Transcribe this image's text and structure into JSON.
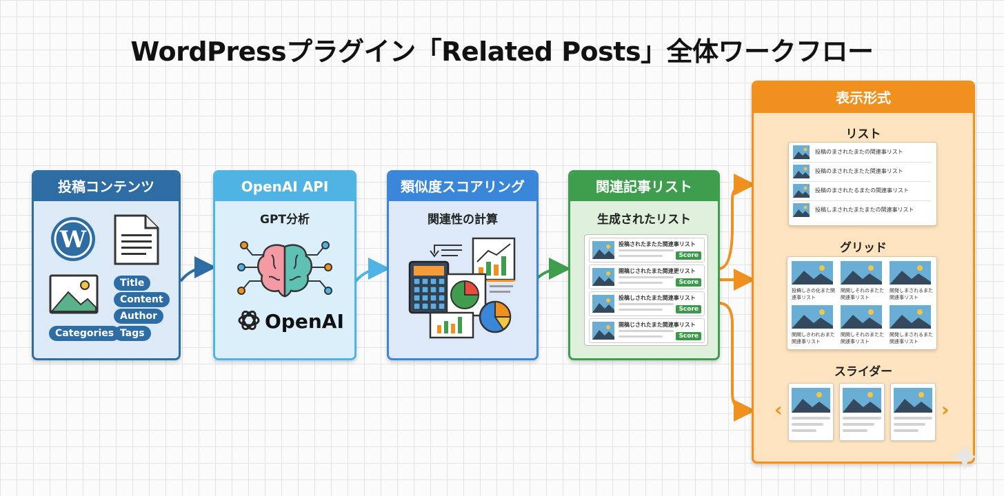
{
  "title": "WordPressプラグイン「Related Posts」全体ワークフロー",
  "colors": {
    "content": "#2e6da4",
    "openai": "#4fb3e3",
    "scoring": "#3a86d8",
    "related": "#3e9e4e",
    "display": "#f0901e",
    "arrow_blue": "#2e6da4",
    "arrow_orange": "#f0901e"
  },
  "steps": {
    "content": {
      "header": "投稿コンテンツ",
      "tags": [
        "Title",
        "Content",
        "Author",
        "Categories",
        "Tags"
      ]
    },
    "openai": {
      "header": "OpenAI API",
      "subtitle": "GPT分析",
      "logo_text": "OpenAI"
    },
    "scoring": {
      "header": "類似度スコアリング",
      "subtitle": "関連性の計算"
    },
    "related": {
      "header": "関連記事リスト",
      "subtitle": "生成されたリスト",
      "rows": [
        {
          "title": "投稿されたまたた関連事リスト",
          "score": "Score"
        },
        {
          "title": "開稿じされたまた関連更リスト",
          "score": "Score"
        },
        {
          "title": "投稿しされたまた関連事リスト",
          "score": "Score"
        },
        {
          "title": "開稿じされたまた関連事リスト",
          "score": "Score"
        }
      ]
    }
  },
  "display": {
    "header": "表示形式",
    "list": {
      "title": "リスト",
      "items": [
        "投稿のまされたまたの関連事リスト",
        "投稿のまされたまたた関連事リスト",
        "投稿のまされたるまたの関連事リスト",
        "投稿しまされたまたまたの関連事リスト"
      ]
    },
    "grid": {
      "title": "グリッド",
      "items": [
        "投稿しきの化また関連事リスト",
        "関開しそれのまたた関連事リスト",
        "開発しまされるまた関連事リスト",
        "関開しきわれおまた関連事リスト",
        "関開しそれのまたた関連事リスト",
        "開発しまされるまた関連事リスト"
      ]
    },
    "slider": {
      "title": "スライダー",
      "prev": "‹",
      "next": "›"
    }
  }
}
